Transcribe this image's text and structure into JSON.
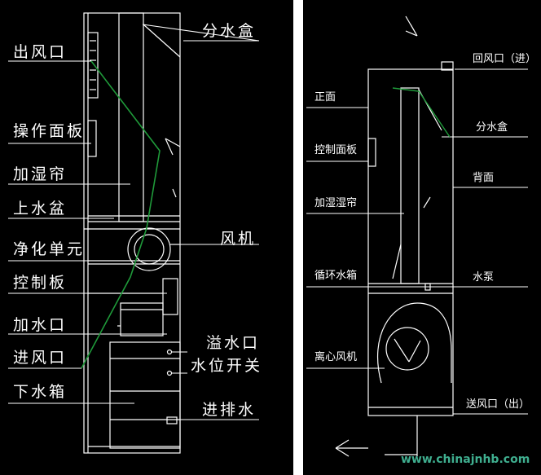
{
  "left_labels": {
    "outlet": "出风口",
    "control_panel": "操作面板",
    "humidifier_curtain": "加湿帘",
    "upper_tray": "上水盆",
    "purifier": "净化单元",
    "control_board": "控制板",
    "water_inlet": "加水口",
    "air_inlet": "进风口",
    "lower_tank": "下水箱",
    "distributor": "分水盒",
    "fan": "风机",
    "overflow": "溢水口",
    "level_switch": "水位开关",
    "drain": "进排水"
  },
  "right_labels": {
    "front": "正面",
    "control_panel": "控制面板",
    "humidifier_curtain": "加湿湿帘",
    "circulation_tank": "循环水箱",
    "centrifugal_fan": "离心风机",
    "return_air": "回风口（进）",
    "distributor": "分水盒",
    "back": "背面",
    "pump": "水泵",
    "supply_air": "送风口（出）"
  },
  "watermark": "www.chinajnhb.com",
  "colors": {
    "background": "#000000",
    "drawing": "#ffffff",
    "leader": "#1f9a3a",
    "watermark": "#3fae8f"
  }
}
